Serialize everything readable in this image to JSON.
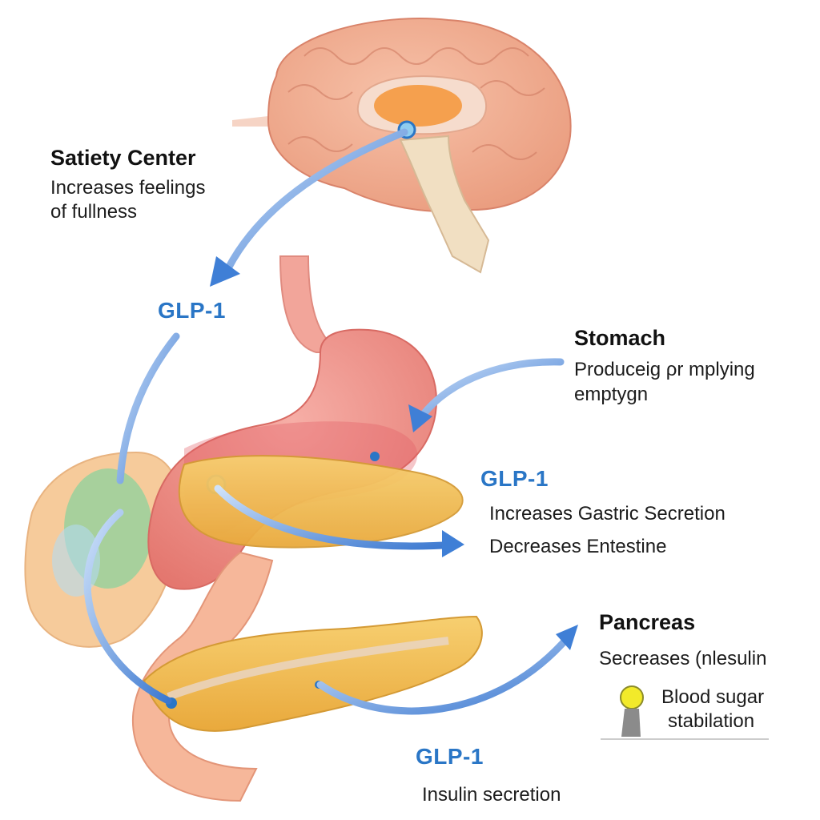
{
  "labels": {
    "satiety_title": "Satiety Center",
    "satiety_desc_1": "Increases feelings",
    "satiety_desc_2": "of fullness",
    "glp1_top": "GLP-1",
    "stomach_title": "Stomach",
    "stomach_desc_1": "Produceig ρr mplying",
    "stomach_desc_2": "emptygn",
    "glp1_middle": "GLP-1",
    "middle_desc_1": "Increases Gastric Secretion",
    "middle_desc_2": "Decreases Entestine",
    "pancreas_title": "Pancreas",
    "pancreas_desc": "Secreases (nlesulin",
    "blood_1": "Blood sugar",
    "blood_2": "stabilation",
    "glp1_bottom": "GLP-1",
    "insulin_desc": "Insulin secretion"
  },
  "colors": {
    "glp1_blue": "#2a76c6",
    "arrow_blue": "#3f7fd6",
    "brain": "#f2ab8f",
    "stomach": "#ee8e86",
    "pancreas": "#f0c055",
    "intestine": "#f4b28f",
    "bulb": "#f2ea2a"
  }
}
